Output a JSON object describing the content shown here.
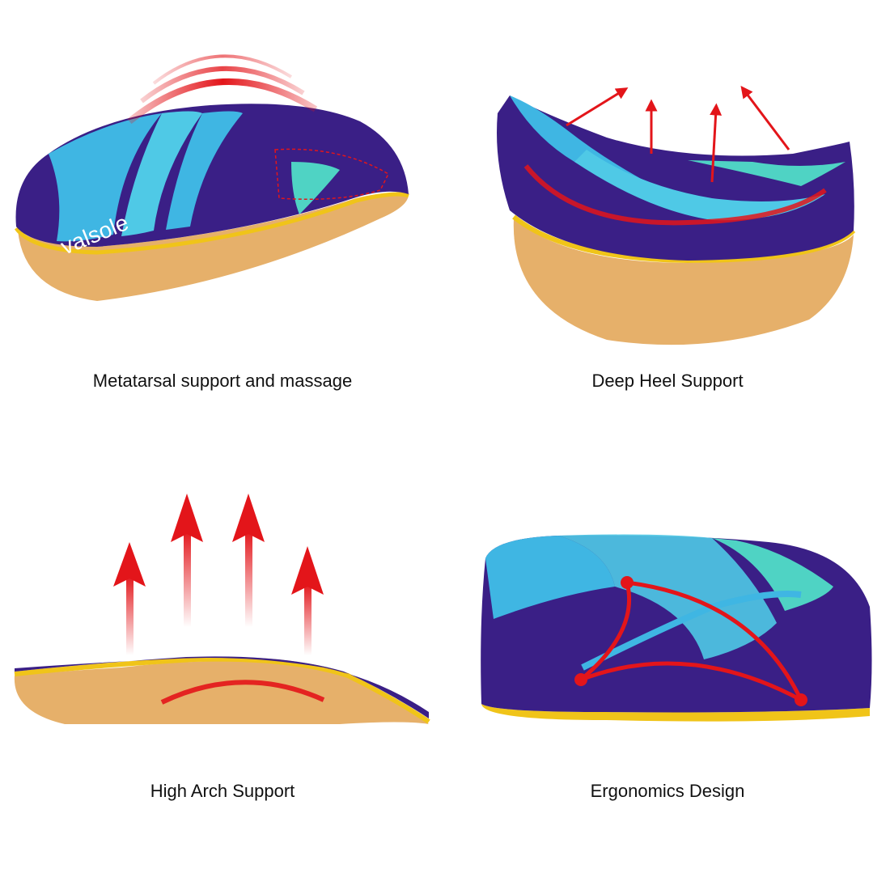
{
  "colors": {
    "background": "#ffffff",
    "insole_purple": "#3a1f86",
    "insole_blue": "#3fb6e3",
    "insole_teal": "#4fd3c4",
    "base_tan": "#e6b06a",
    "edge_yellow": "#f0c419",
    "accent_red": "#e3151a"
  },
  "brand": {
    "logo_text": "valsole"
  },
  "panels": [
    {
      "caption": "Metatarsal support and massage",
      "icon": "insole-forefoot-view"
    },
    {
      "caption": "Deep Heel Support",
      "icon": "insole-heel-cup-view"
    },
    {
      "caption": "High Arch Support",
      "icon": "insole-side-arch-view"
    },
    {
      "caption": "Ergonomics Design",
      "icon": "insole-top-ergonomic-view"
    }
  ]
}
